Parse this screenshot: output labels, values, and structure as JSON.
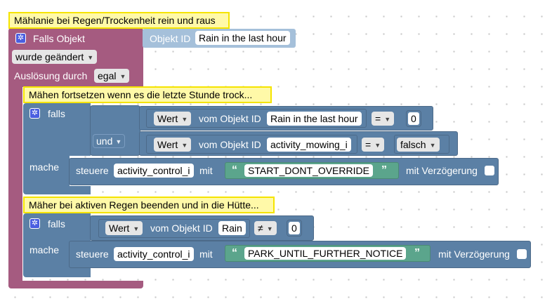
{
  "outer": {
    "comment": "Mählanie bei Regen/Trockenheit rein und raus",
    "trigger_label": "Falls Objekt",
    "object_id_label": "Objekt ID",
    "object_id_value": "Rain in the last hour",
    "changed_value": "wurde geändert",
    "trigger_by_label": "Auslösung durch",
    "trigger_by_value": "egal"
  },
  "block1": {
    "comment": "Mähen fortsetzen wenn es die letzte Stunde trock...",
    "if_label": "falls",
    "do_label": "mache",
    "and_value": "und",
    "cond1": {
      "attr": "Wert",
      "of_label": "vom Objekt ID",
      "object": "Rain in the last hour",
      "op": "=",
      "value": "0"
    },
    "cond2": {
      "attr": "Wert",
      "of_label": "vom Objekt ID",
      "object": "activity_mowing_i",
      "op": "=",
      "value": "falsch"
    },
    "action": {
      "control_label": "steuere",
      "object": "activity_control_i",
      "with_label": "mit",
      "open_quote": "“",
      "value": "START_DONT_OVERRIDE",
      "close_quote": "”",
      "delay_label": "mit Verzögerung"
    }
  },
  "block2": {
    "comment": "Mäher bei aktiven Regen beenden und in die Hütte...",
    "if_label": "falls",
    "do_label": "mache",
    "cond": {
      "attr": "Wert",
      "of_label": "vom Objekt ID",
      "object": "Rain",
      "op": "≠",
      "value": "0"
    },
    "action": {
      "control_label": "steuere",
      "object": "activity_control_i",
      "with_label": "mit",
      "open_quote": "“",
      "value": "PARK_UNTIL_FURTHER_NOTICE",
      "close_quote": "”",
      "delay_label": "mit Verzögerung"
    }
  },
  "icons": {
    "gear": "gear-icon",
    "dropdown": "dropdown-arrow-icon"
  },
  "colors": {
    "event_block": "#a55b80",
    "logic_block": "#5b80a5",
    "string_block": "#5ba58c",
    "comment_bg": "#fff9a8",
    "comment_border": "#f5e400"
  }
}
